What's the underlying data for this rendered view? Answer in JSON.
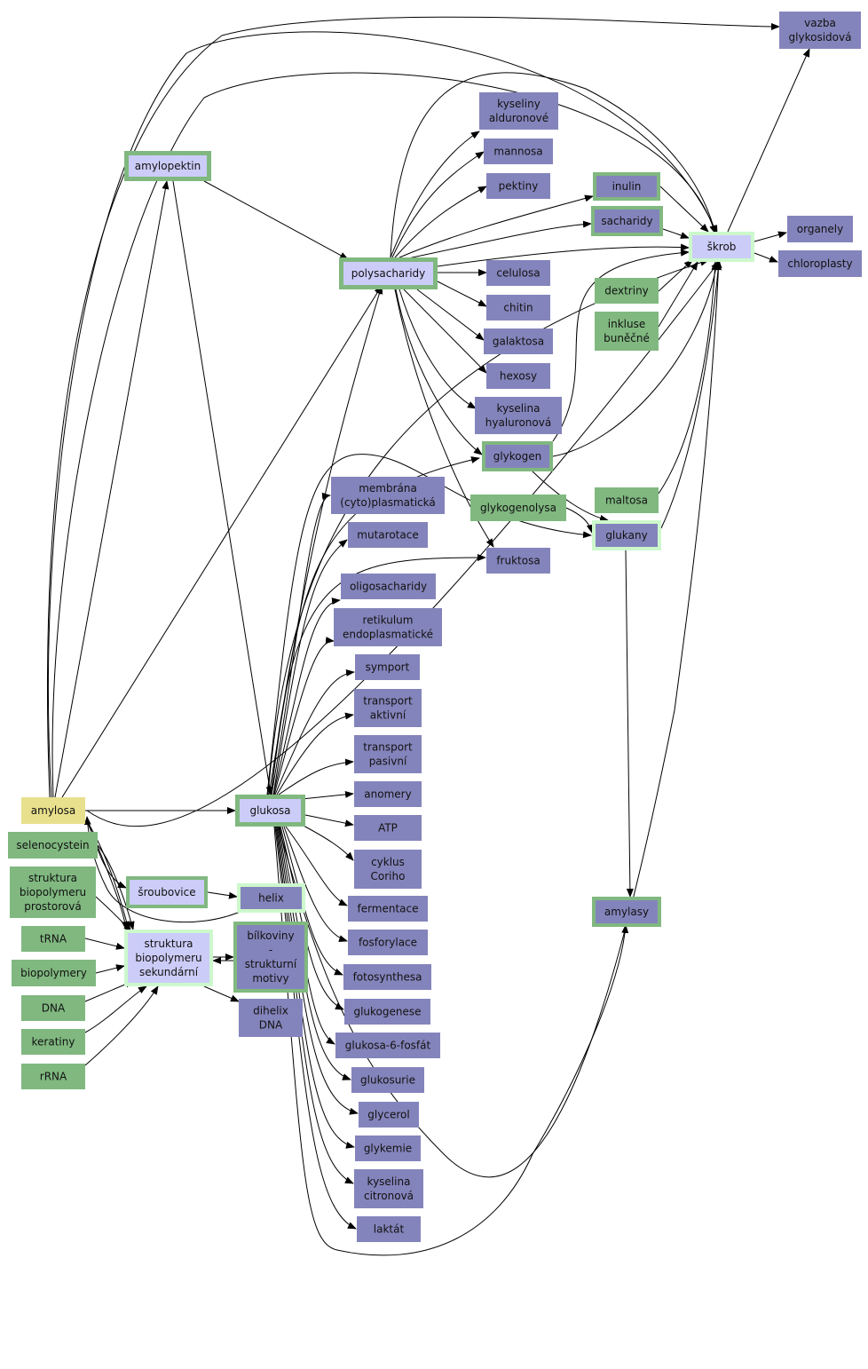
{
  "diagram": {
    "colors": {
      "purple": "#8484bc",
      "lavender": "#ccccf8",
      "green": "#80b880",
      "light_green": "#ccf8cc",
      "yellow": "#e8e08c",
      "edge": "#000000"
    },
    "nodes": [
      {
        "id": "vazba",
        "text": "vazba glykosidová",
        "lines": [
          "vazba",
          "glykosidová"
        ]
      },
      {
        "id": "kyseliny-alduronove",
        "text": "kyseliny alduronové",
        "lines": [
          "kyseliny",
          "alduronové"
        ]
      },
      {
        "id": "mannosa",
        "text": "mannosa",
        "lines": [
          "mannosa"
        ]
      },
      {
        "id": "pektiny",
        "text": "pektiny",
        "lines": [
          "pektiny"
        ]
      },
      {
        "id": "inulin",
        "text": "inulin",
        "lines": [
          "inulin"
        ]
      },
      {
        "id": "sacharidy",
        "text": "sacharidy",
        "lines": [
          "sacharidy"
        ]
      },
      {
        "id": "skrob",
        "text": "škrob",
        "lines": [
          "škrob"
        ]
      },
      {
        "id": "organely",
        "text": "organely",
        "lines": [
          "organely"
        ]
      },
      {
        "id": "chloroplasty",
        "text": "chloroplasty",
        "lines": [
          "chloroplasty"
        ]
      },
      {
        "id": "amylopektin",
        "text": "amylopektin",
        "lines": [
          "amylopektin"
        ]
      },
      {
        "id": "polysacharidy",
        "text": "polysacharidy",
        "lines": [
          "polysacharidy"
        ]
      },
      {
        "id": "celulosa",
        "text": "celulosa",
        "lines": [
          "celulosa"
        ]
      },
      {
        "id": "chitin",
        "text": "chitin",
        "lines": [
          "chitin"
        ]
      },
      {
        "id": "galaktosa",
        "text": "galaktosa",
        "lines": [
          "galaktosa"
        ]
      },
      {
        "id": "hexosy",
        "text": "hexosy",
        "lines": [
          "hexosy"
        ]
      },
      {
        "id": "kyselina-hyaluronova",
        "text": "kyselina hyaluronová",
        "lines": [
          "kyselina",
          "hyaluronová"
        ]
      },
      {
        "id": "glykogen",
        "text": "glykogen",
        "lines": [
          "glykogen"
        ]
      },
      {
        "id": "dextriny",
        "text": "dextriny",
        "lines": [
          "dextriny"
        ]
      },
      {
        "id": "inkluse",
        "text": "inkluse buněčné",
        "lines": [
          "inkluse",
          "buněčné"
        ]
      },
      {
        "id": "membrana",
        "text": "membrána (cyto)plasmatická",
        "lines": [
          "membrána",
          "(cyto)plasmatická"
        ]
      },
      {
        "id": "glykogenolysa",
        "text": "glykogenolysa",
        "lines": [
          "glykogenolysa"
        ]
      },
      {
        "id": "maltosa",
        "text": "maltosa",
        "lines": [
          "maltosa"
        ]
      },
      {
        "id": "glukany",
        "text": "glukany",
        "lines": [
          "glukany"
        ]
      },
      {
        "id": "mutarotace",
        "text": "mutarotace",
        "lines": [
          "mutarotace"
        ]
      },
      {
        "id": "fruktosa",
        "text": "fruktosa",
        "lines": [
          "fruktosa"
        ]
      },
      {
        "id": "oligosacharidy",
        "text": "oligosacharidy",
        "lines": [
          "oligosacharidy"
        ]
      },
      {
        "id": "retikulum",
        "text": "retikulum endoplasmatické",
        "lines": [
          "retikulum",
          "endoplasmatické"
        ]
      },
      {
        "id": "symport",
        "text": "symport",
        "lines": [
          "symport"
        ]
      },
      {
        "id": "transport-aktivni",
        "text": "transport aktivní",
        "lines": [
          "transport",
          "aktivní"
        ]
      },
      {
        "id": "transport-pasivni",
        "text": "transport pasivní",
        "lines": [
          "transport",
          "pasivní"
        ]
      },
      {
        "id": "anomery",
        "text": "anomery",
        "lines": [
          "anomery"
        ]
      },
      {
        "id": "amylosa",
        "text": "amylosa",
        "lines": [
          "amylosa"
        ]
      },
      {
        "id": "glukosa",
        "text": "glukosa",
        "lines": [
          "glukosa"
        ]
      },
      {
        "id": "atp",
        "text": "ATP",
        "lines": [
          "ATP"
        ]
      },
      {
        "id": "selenocystein",
        "text": "selenocystein",
        "lines": [
          "selenocystein"
        ]
      },
      {
        "id": "cyklus-coriho",
        "text": "cyklus Coriho",
        "lines": [
          "cyklus",
          "Coriho"
        ]
      },
      {
        "id": "struktura-prostorova",
        "text": "struktura biopolymeru prostorová",
        "lines": [
          "struktura",
          "biopolymeru",
          "prostorová"
        ]
      },
      {
        "id": "sroubovice",
        "text": "šroubovice",
        "lines": [
          "šroubovice"
        ]
      },
      {
        "id": "helix",
        "text": "helix",
        "lines": [
          "helix"
        ]
      },
      {
        "id": "fermentace",
        "text": "fermentace",
        "lines": [
          "fermentace"
        ]
      },
      {
        "id": "amylasy",
        "text": "amylasy",
        "lines": [
          "amylasy"
        ]
      },
      {
        "id": "trna",
        "text": "tRNA",
        "lines": [
          "tRNA"
        ]
      },
      {
        "id": "struktura-sekundarni",
        "text": "struktura biopolymeru sekundární",
        "lines": [
          "struktura",
          "biopolymeru",
          "sekundární"
        ]
      },
      {
        "id": "bilkoviny",
        "text": "bílkoviny - strukturní motivy",
        "lines": [
          "bílkoviny",
          "-",
          "strukturní",
          "motivy"
        ]
      },
      {
        "id": "fosforylace",
        "text": "fosforylace",
        "lines": [
          "fosforylace"
        ]
      },
      {
        "id": "biopolymery",
        "text": "biopolymery",
        "lines": [
          "biopolymery"
        ]
      },
      {
        "id": "fotosynthesa",
        "text": "fotosynthesa",
        "lines": [
          "fotosynthesa"
        ]
      },
      {
        "id": "dna",
        "text": "DNA",
        "lines": [
          "DNA"
        ]
      },
      {
        "id": "dihelix",
        "text": "dihelix DNA",
        "lines": [
          "dihelix",
          "DNA"
        ]
      },
      {
        "id": "glukogenese",
        "text": "glukogenese",
        "lines": [
          "glukogenese"
        ]
      },
      {
        "id": "keratiny",
        "text": "keratiny",
        "lines": [
          "keratiny"
        ]
      },
      {
        "id": "glukosa-6-fosfat",
        "text": "glukosa-6-fosfát",
        "lines": [
          "glukosa-6-fosfát"
        ]
      },
      {
        "id": "rrna",
        "text": "rRNA",
        "lines": [
          "rRNA"
        ]
      },
      {
        "id": "glukosurie",
        "text": "glukosurie",
        "lines": [
          "glukosurie"
        ]
      },
      {
        "id": "glycerol",
        "text": "glycerol",
        "lines": [
          "glycerol"
        ]
      },
      {
        "id": "glykemie",
        "text": "glykemie",
        "lines": [
          "glykemie"
        ]
      },
      {
        "id": "kyselina-citronova",
        "text": "kyselina citronová",
        "lines": [
          "kyselina",
          "citronová"
        ]
      },
      {
        "id": "laktat",
        "text": "laktát",
        "lines": [
          "laktát"
        ]
      }
    ]
  }
}
